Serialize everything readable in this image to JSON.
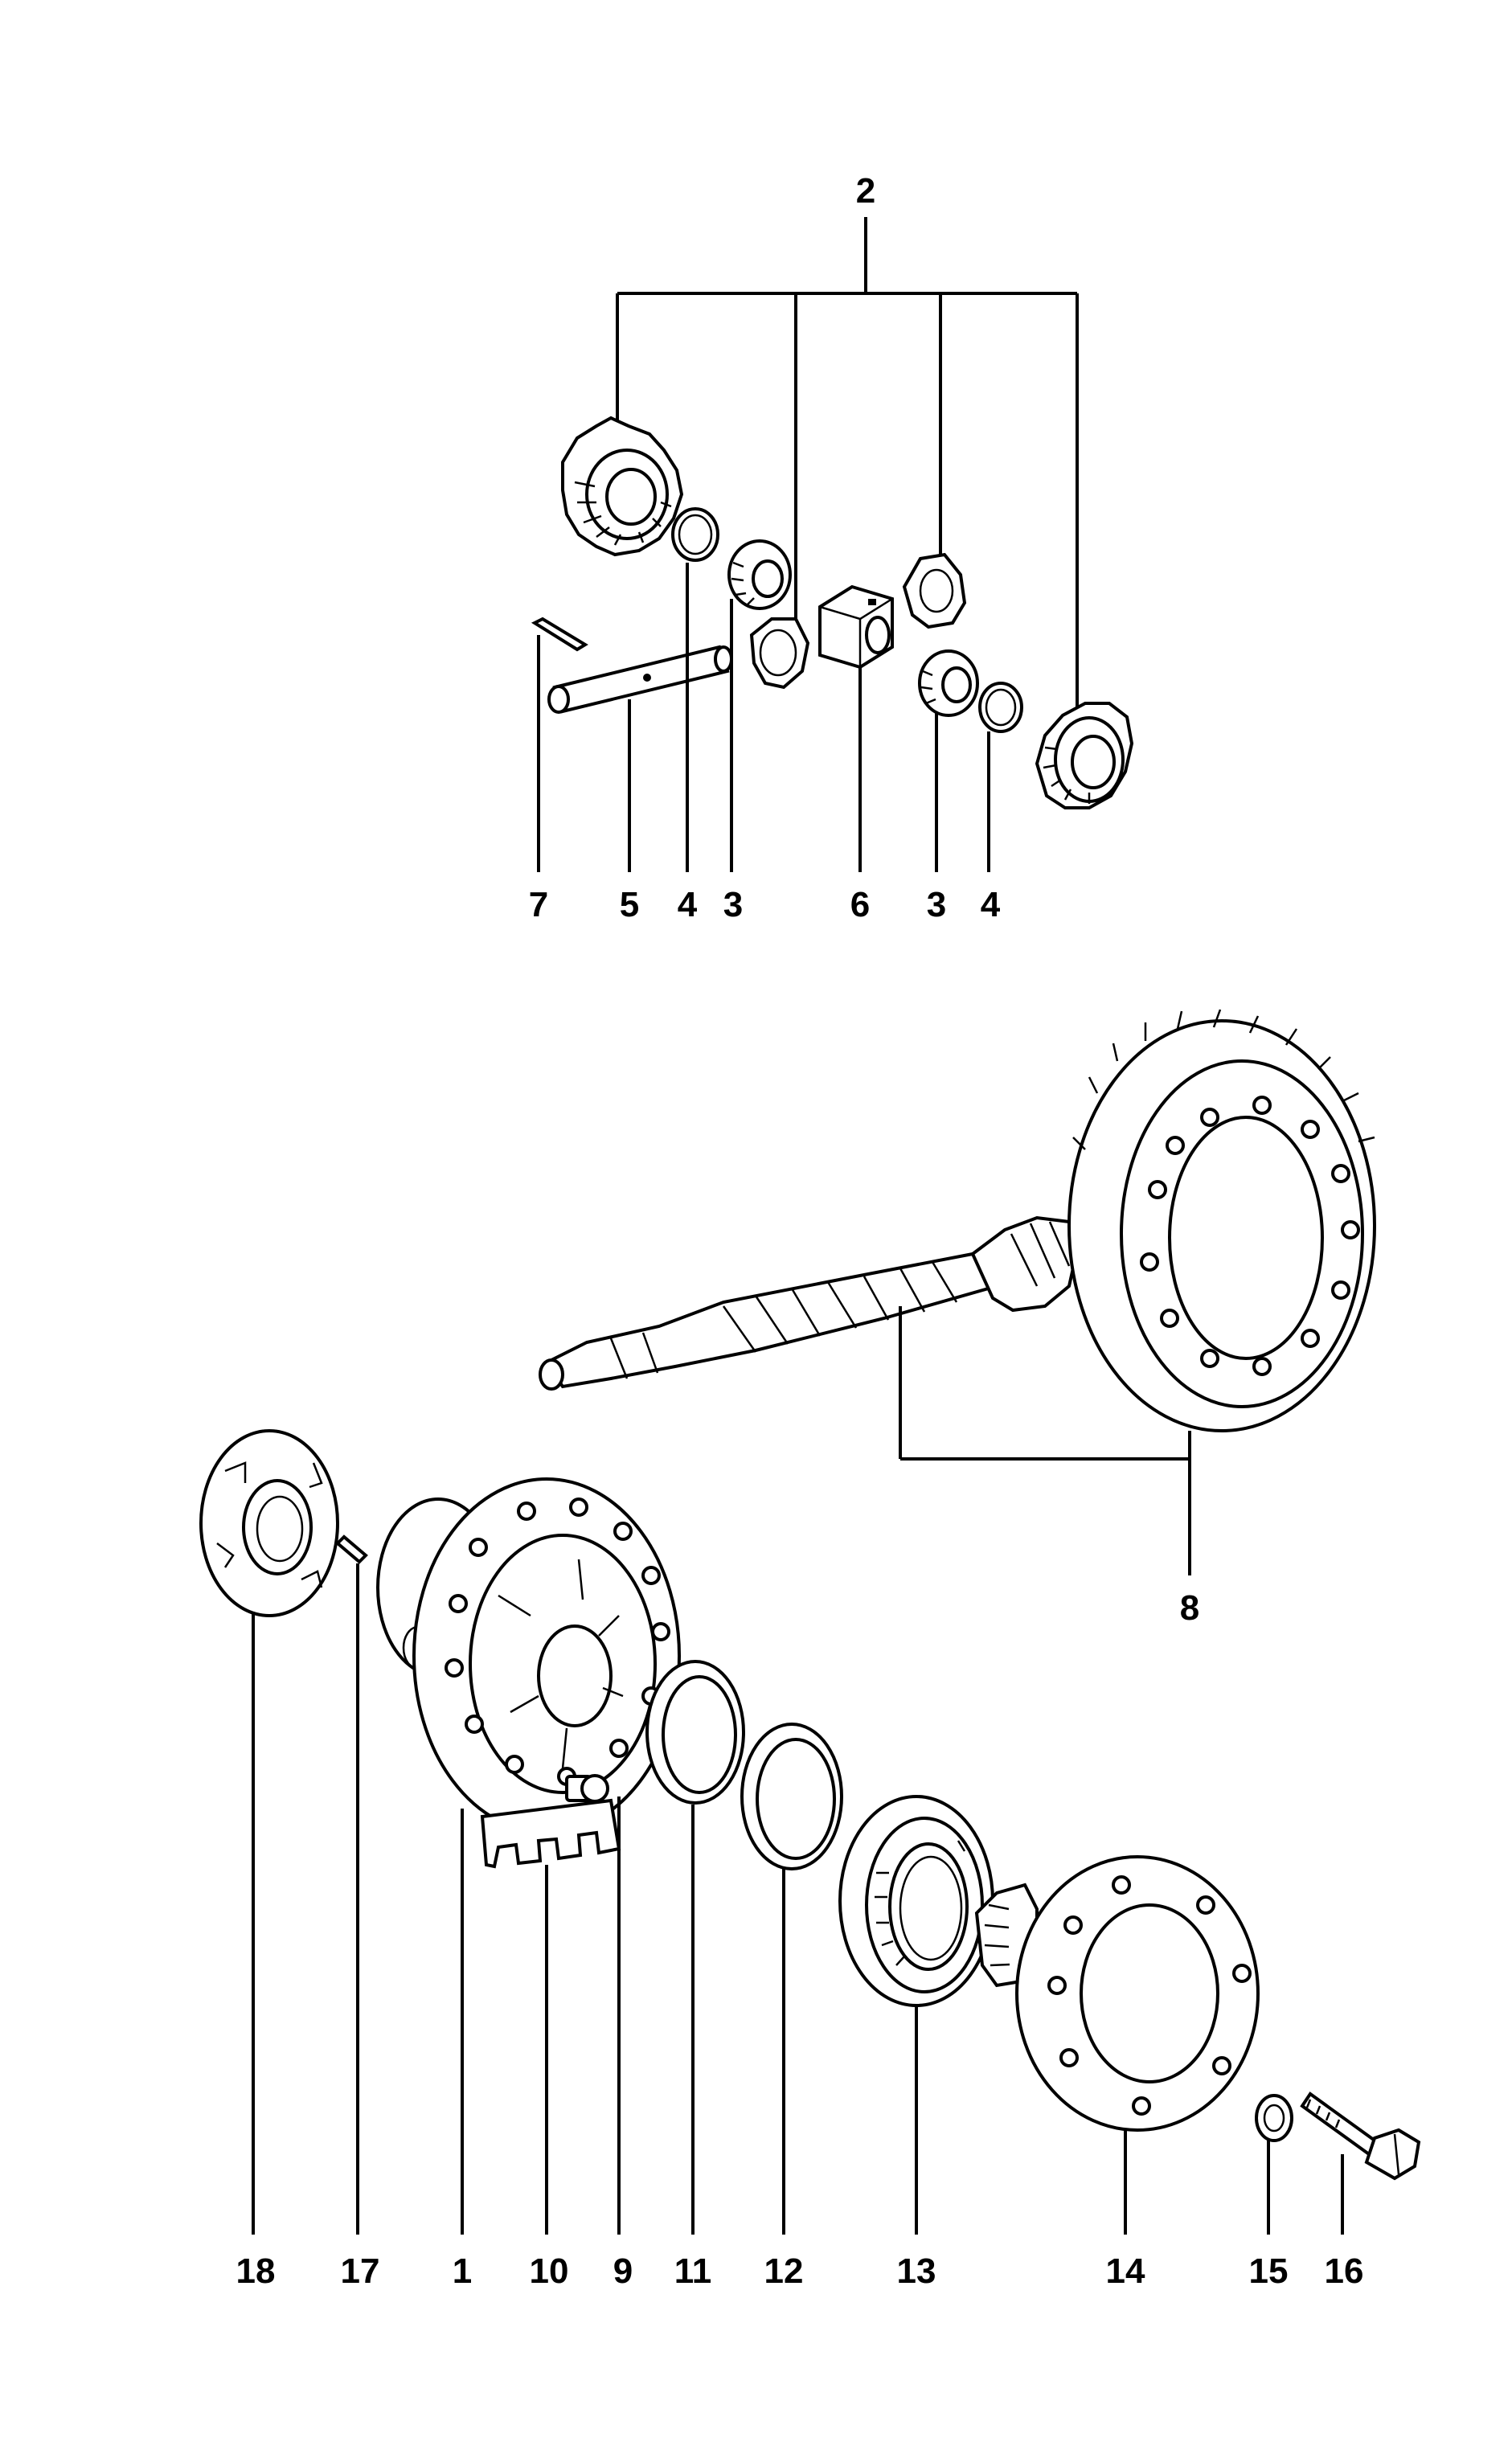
{
  "callouts": {
    "c2": "2",
    "c7": "7",
    "c5": "5",
    "c4a": "4",
    "c3a": "3",
    "c6": "6",
    "c3b": "3",
    "c4b": "4",
    "c8": "8",
    "c18": "18",
    "c17": "17",
    "c1": "1",
    "c10": "10",
    "c9": "9",
    "c11": "11",
    "c12": "12",
    "c13": "13",
    "c14": "14",
    "c15": "15",
    "c16": "16"
  }
}
